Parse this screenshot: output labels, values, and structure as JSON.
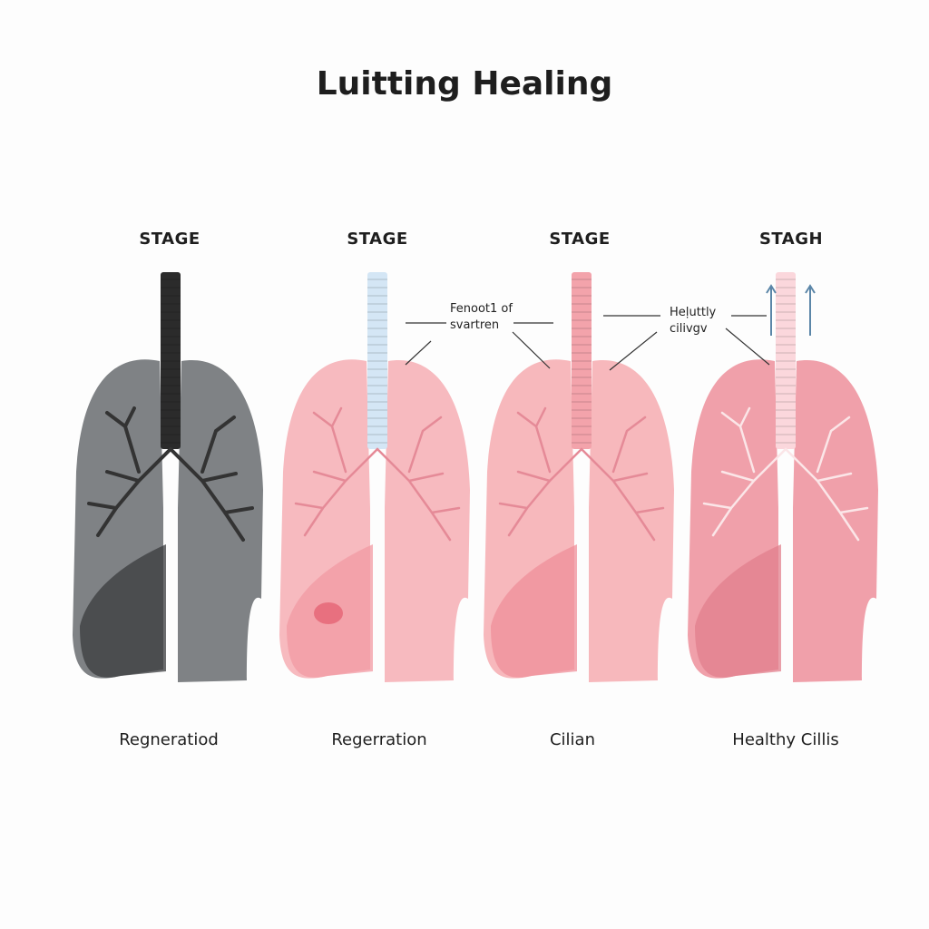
{
  "title": "Luitting Healing",
  "panels": [
    {
      "stage": "STAGE",
      "caption": "Regneratiod",
      "lung_color": "#7f8285",
      "lung_dark": "#3a3b3d",
      "trachea_color": "#2b2b2b",
      "branch_color": "#333333"
    },
    {
      "stage": "STAGE",
      "caption": "Regerration",
      "lung_color": "#f7babf",
      "lung_dark": "#f19aa3",
      "trachea_color": "#d4e6f5",
      "branch_color": "#e58a97"
    },
    {
      "stage": "STAGE",
      "caption": "Cilian",
      "lung_color": "#f7b8bc",
      "lung_dark": "#ef8f9a",
      "trachea_color": "#f3a3ab",
      "branch_color": "#e58a97"
    },
    {
      "stage": "STAGH",
      "caption": "Healthy Cillis",
      "lung_color": "#f0a0aa",
      "lung_dark": "#e17f8c",
      "trachea_color": "#fbd7dc",
      "branch_color": "#fbe6e8"
    }
  ],
  "annotations": [
    {
      "line1": "Fenoot1 of",
      "line2": "svartren"
    },
    {
      "line1": "Heḷuttly",
      "line2": "cilivgv"
    }
  ]
}
